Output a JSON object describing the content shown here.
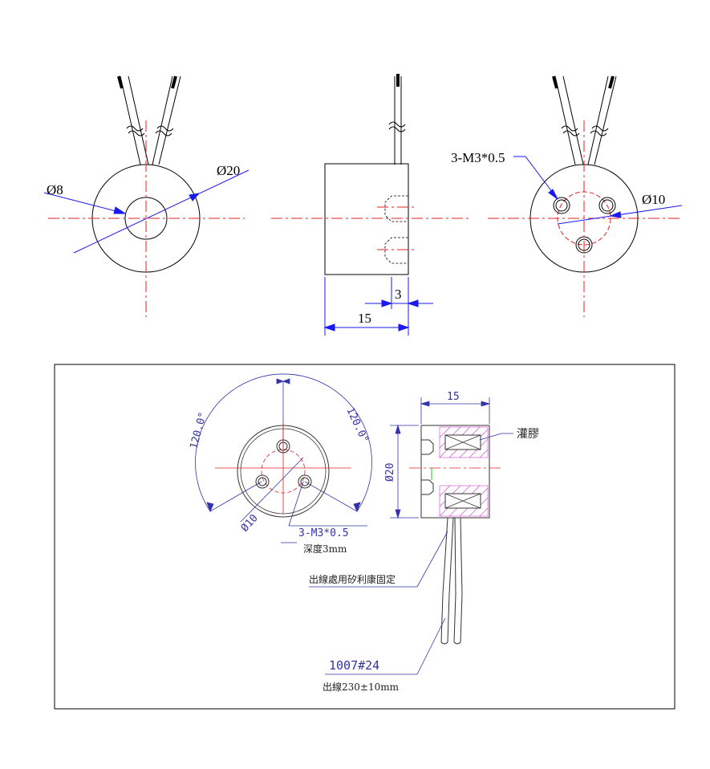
{
  "top_views": {
    "front": {
      "dia_outer": "Ø20",
      "dia_inner": "Ø8"
    },
    "side": {
      "length": "15",
      "hole_depth": "3"
    },
    "back": {
      "thread": "3-M3*0.5",
      "pcd": "Ø10"
    }
  },
  "detail": {
    "angle_left": "120.0°",
    "angle_right": "120.0°",
    "pcd": "Ø10",
    "thread": "3-M3*0.5",
    "depth": "深度3mm",
    "length": "15",
    "dia": "Ø20",
    "potting": "灌膠",
    "wire_fix": "出線處用矽利康固定",
    "wire_spec": "1007#24",
    "wire_length": "出線230±10mm"
  },
  "colors": {
    "outline": "#000000",
    "center_line": "#e02020",
    "dimension": "#1a1aee",
    "cad_dim": "#3333aa",
    "hatch": "#d040d0"
  }
}
